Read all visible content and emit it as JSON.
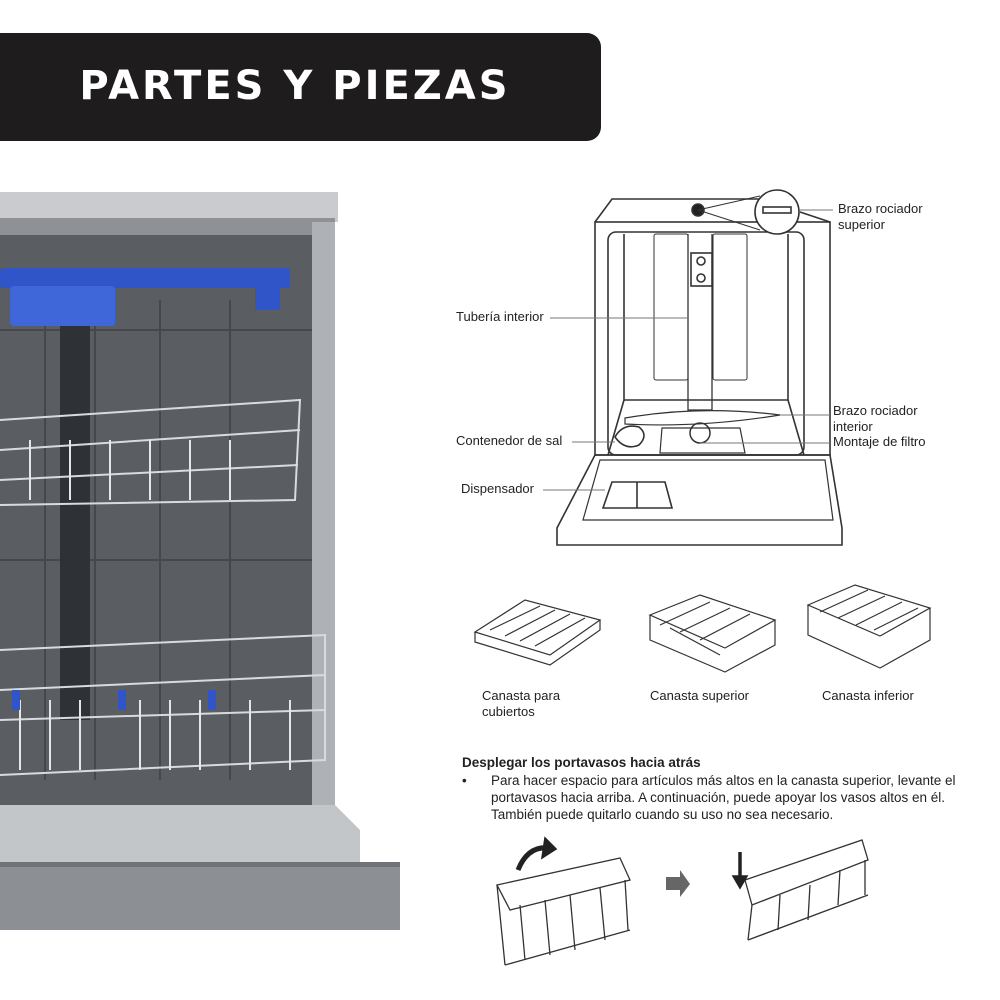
{
  "header": {
    "title": "PARTES Y PIEZAS"
  },
  "diagram": {
    "labels": {
      "upper_spray_arm": "Brazo rociador superior",
      "inner_pipe": "Tubería interior",
      "lower_spray_arm": "Brazo rociador interior",
      "salt_container": "Contenedor de sal",
      "filter_assembly": "Montaje de filtro",
      "dispenser": "Dispensador"
    }
  },
  "baskets": [
    {
      "label": "Canasta para cubiertos"
    },
    {
      "label": "Canasta superior"
    },
    {
      "label": "Canasta inferior"
    }
  ],
  "instructions": {
    "title": "Desplegar los portavasos hacia atrás",
    "bullet_symbol": "•",
    "text": "Para hacer espacio para artículos más altos en la canasta superior, levante el portavasos hacia arriba. A continuación, puede apoyar los vasos altos en él. También puede quitarlo cuando su uso no sea necesario."
  },
  "colors": {
    "banner": "#1e1c1c",
    "rack_blue": "#2f55c8",
    "steel": "#b9bcc0"
  }
}
